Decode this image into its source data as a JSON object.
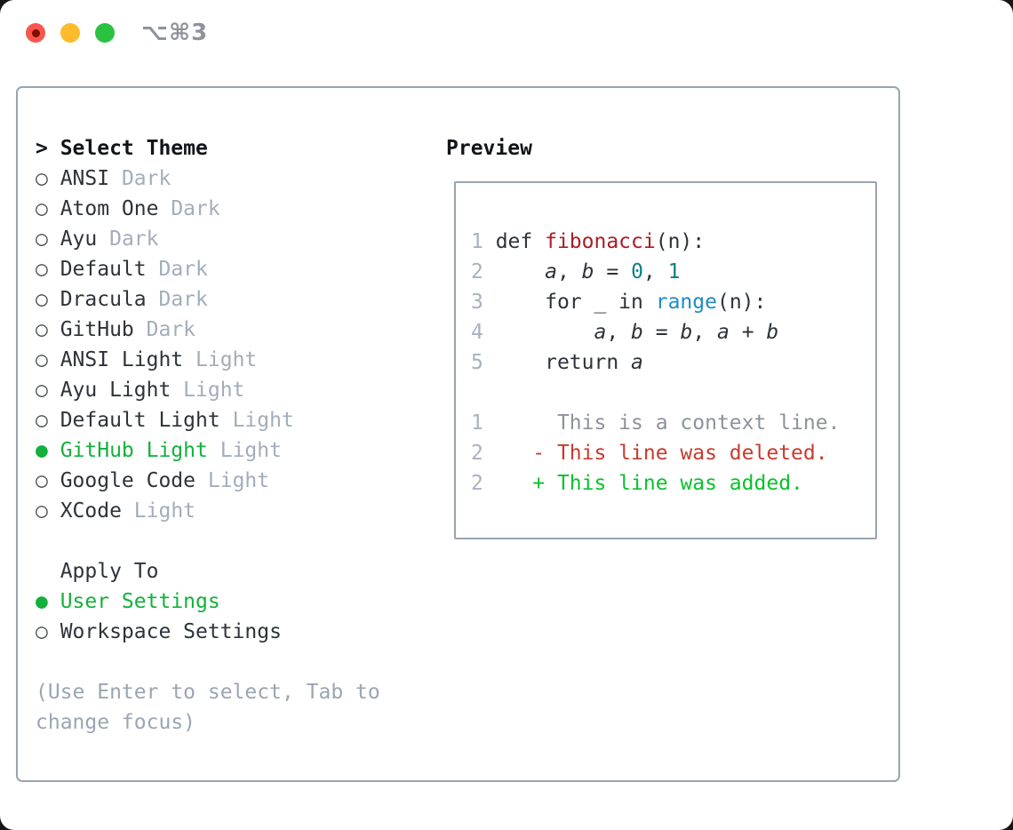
{
  "titlebar": {
    "shortcut": "⌥⌘3"
  },
  "icons": {
    "radio_selected": "●",
    "radio_unselected": "○",
    "title_marker": ">"
  },
  "theme_picker": {
    "title": "Select Theme",
    "items": [
      {
        "name": "ANSI",
        "tag": "Dark",
        "selected": false
      },
      {
        "name": "Atom One",
        "tag": "Dark",
        "selected": false
      },
      {
        "name": "Ayu",
        "tag": "Dark",
        "selected": false
      },
      {
        "name": "Default",
        "tag": "Dark",
        "selected": false
      },
      {
        "name": "Dracula",
        "tag": "Dark",
        "selected": false
      },
      {
        "name": "GitHub",
        "tag": "Dark",
        "selected": false
      },
      {
        "name": "ANSI Light",
        "tag": "Light",
        "selected": false
      },
      {
        "name": "Ayu Light",
        "tag": "Light",
        "selected": false
      },
      {
        "name": "Default Light",
        "tag": "Light",
        "selected": false
      },
      {
        "name": "GitHub Light",
        "tag": "Light",
        "selected": true
      },
      {
        "name": "Google Code",
        "tag": "Light",
        "selected": false
      },
      {
        "name": "XCode",
        "tag": "Light",
        "selected": false
      }
    ],
    "apply_to": {
      "title": "Apply To",
      "options": [
        {
          "name": "User Settings",
          "selected": true
        },
        {
          "name": "Workspace Settings",
          "selected": false
        }
      ]
    },
    "hint_lines": [
      "(Use Enter to select, Tab to",
      "change focus)"
    ]
  },
  "preview": {
    "title": "Preview",
    "code_lines": [
      {
        "num": "1",
        "segments": [
          {
            "text": "def "
          },
          {
            "text": "fibonacci",
            "color": "function"
          },
          {
            "text": "(n):"
          }
        ]
      },
      {
        "num": "2",
        "segments": [
          {
            "text": "    "
          },
          {
            "text": "a",
            "italic": true
          },
          {
            "text": ", "
          },
          {
            "text": "b",
            "italic": true
          },
          {
            "text": " = "
          },
          {
            "text": "0",
            "color": "number"
          },
          {
            "text": ", "
          },
          {
            "text": "1",
            "color": "number"
          }
        ]
      },
      {
        "num": "3",
        "segments": [
          {
            "text": "    for _ in "
          },
          {
            "text": "range",
            "color": "builtin"
          },
          {
            "text": "(n):"
          }
        ]
      },
      {
        "num": "4",
        "segments": [
          {
            "text": "        "
          },
          {
            "text": "a",
            "italic": true
          },
          {
            "text": ", "
          },
          {
            "text": "b",
            "italic": true
          },
          {
            "text": " = "
          },
          {
            "text": "b",
            "italic": true
          },
          {
            "text": ", "
          },
          {
            "text": "a",
            "italic": true
          },
          {
            "text": " + "
          },
          {
            "text": "b",
            "italic": true
          }
        ]
      },
      {
        "num": "5",
        "segments": [
          {
            "text": "    return "
          },
          {
            "text": "a",
            "italic": true
          }
        ]
      }
    ],
    "diff_lines": [
      {
        "num": "1",
        "segments": [
          {
            "text": "     This is a context line.",
            "color": "context"
          }
        ]
      },
      {
        "num": "2",
        "segments": [
          {
            "text": "   "
          },
          {
            "text": "- This line was deleted.",
            "color": "deleted"
          }
        ]
      },
      {
        "num": "2",
        "segments": [
          {
            "text": "   "
          },
          {
            "text": "+ This line was added.",
            "color": "added"
          }
        ]
      }
    ]
  },
  "colors": {
    "text_dark": "#2e333a",
    "title_black": "#111519",
    "tag_gray": "#a3adbb",
    "hint_gray": "#9aa5b4",
    "ring_gray": "#4b5056",
    "selected_green": "#13b13c",
    "added_green": "#0ac12d",
    "deleted_red": "#c63c2e",
    "function_red": "#aa1d23",
    "number_teal": "#0e7e86",
    "builtin_blue": "#1f8bc8",
    "linenum_gray": "#a7b2c0",
    "context_gray": "#8d939b",
    "border_gray": "#9aa4b0",
    "shortcut_gray": "#8e949c",
    "traffic_red": "#f9564d",
    "traffic_red_dot": "#7e0c00",
    "traffic_yellow": "#fcbb2d",
    "traffic_green": "#2bc23f"
  }
}
